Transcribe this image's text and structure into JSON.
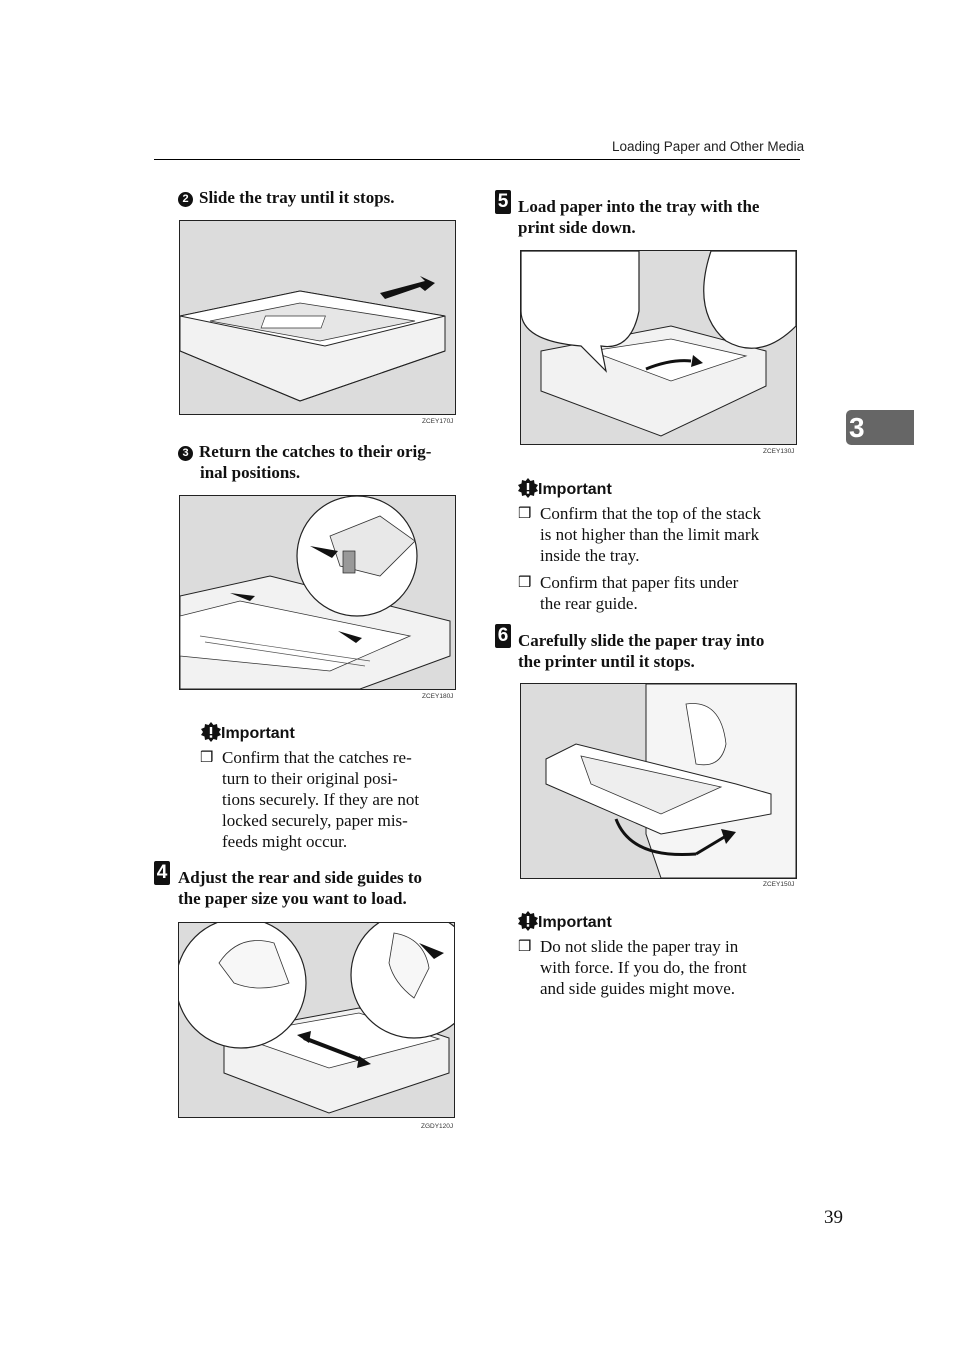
{
  "header": {
    "title": "Loading Paper and Other Media"
  },
  "chapter_tab": "3",
  "page_number": "39",
  "left": {
    "sub2": {
      "num": "2",
      "line1": "Slide the tray until it stops.",
      "caption": "ZCEY170J"
    },
    "sub3": {
      "num": "3",
      "line1": "Return the catches to their orig-",
      "line2": "inal positions.",
      "caption": "ZCEY180J"
    },
    "important1": {
      "label": "Important",
      "lines": [
        "Confirm that the catches re-",
        "turn to their original posi-",
        "tions securely. If they are not",
        "locked securely, paper mis-",
        "feeds might occur."
      ]
    },
    "step4": {
      "num": "4",
      "line1": "Adjust the rear and side guides to",
      "line2": "the paper size you want to load.",
      "caption": "ZGDY120J"
    }
  },
  "right": {
    "step5": {
      "num": "5",
      "line1": "Load paper into the tray with the",
      "line2": "print side down.",
      "caption": "ZCEY130J"
    },
    "important2": {
      "label": "Important",
      "item1": [
        "Confirm that the top of the stack",
        "is not higher than the limit mark",
        "inside the tray."
      ],
      "item2": [
        "Confirm that paper fits under",
        "the rear guide."
      ]
    },
    "step6": {
      "num": "6",
      "line1": "Carefully slide the paper tray into",
      "line2": "the printer until it stops.",
      "caption": "ZCEY150J"
    },
    "important3": {
      "label": "Important",
      "lines": [
        "Do not slide the paper tray in",
        "with force. If you do, the front",
        "and side guides might move."
      ]
    }
  },
  "bullet_glyph": "❒"
}
